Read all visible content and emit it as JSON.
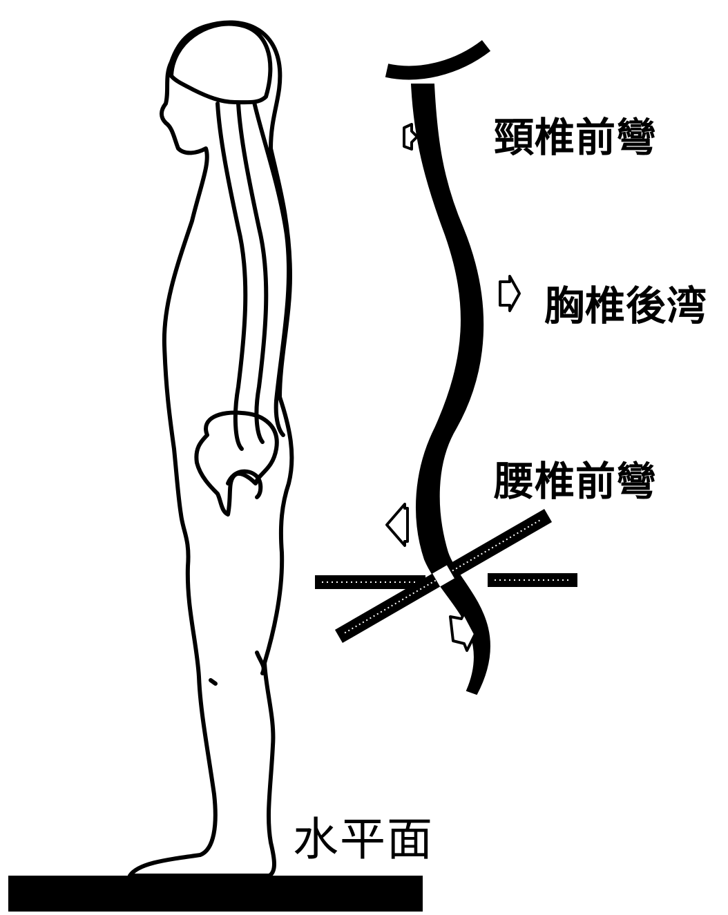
{
  "labels": {
    "cervical": "頸椎前彎",
    "thoracic": "胸椎後湾",
    "lumbar": "腰椎前彎",
    "ground": "水平面"
  },
  "colors": {
    "ink": "#000000",
    "paper": "#ffffff"
  },
  "icons": {
    "curve_direction": "hollow-arrow-icon"
  }
}
